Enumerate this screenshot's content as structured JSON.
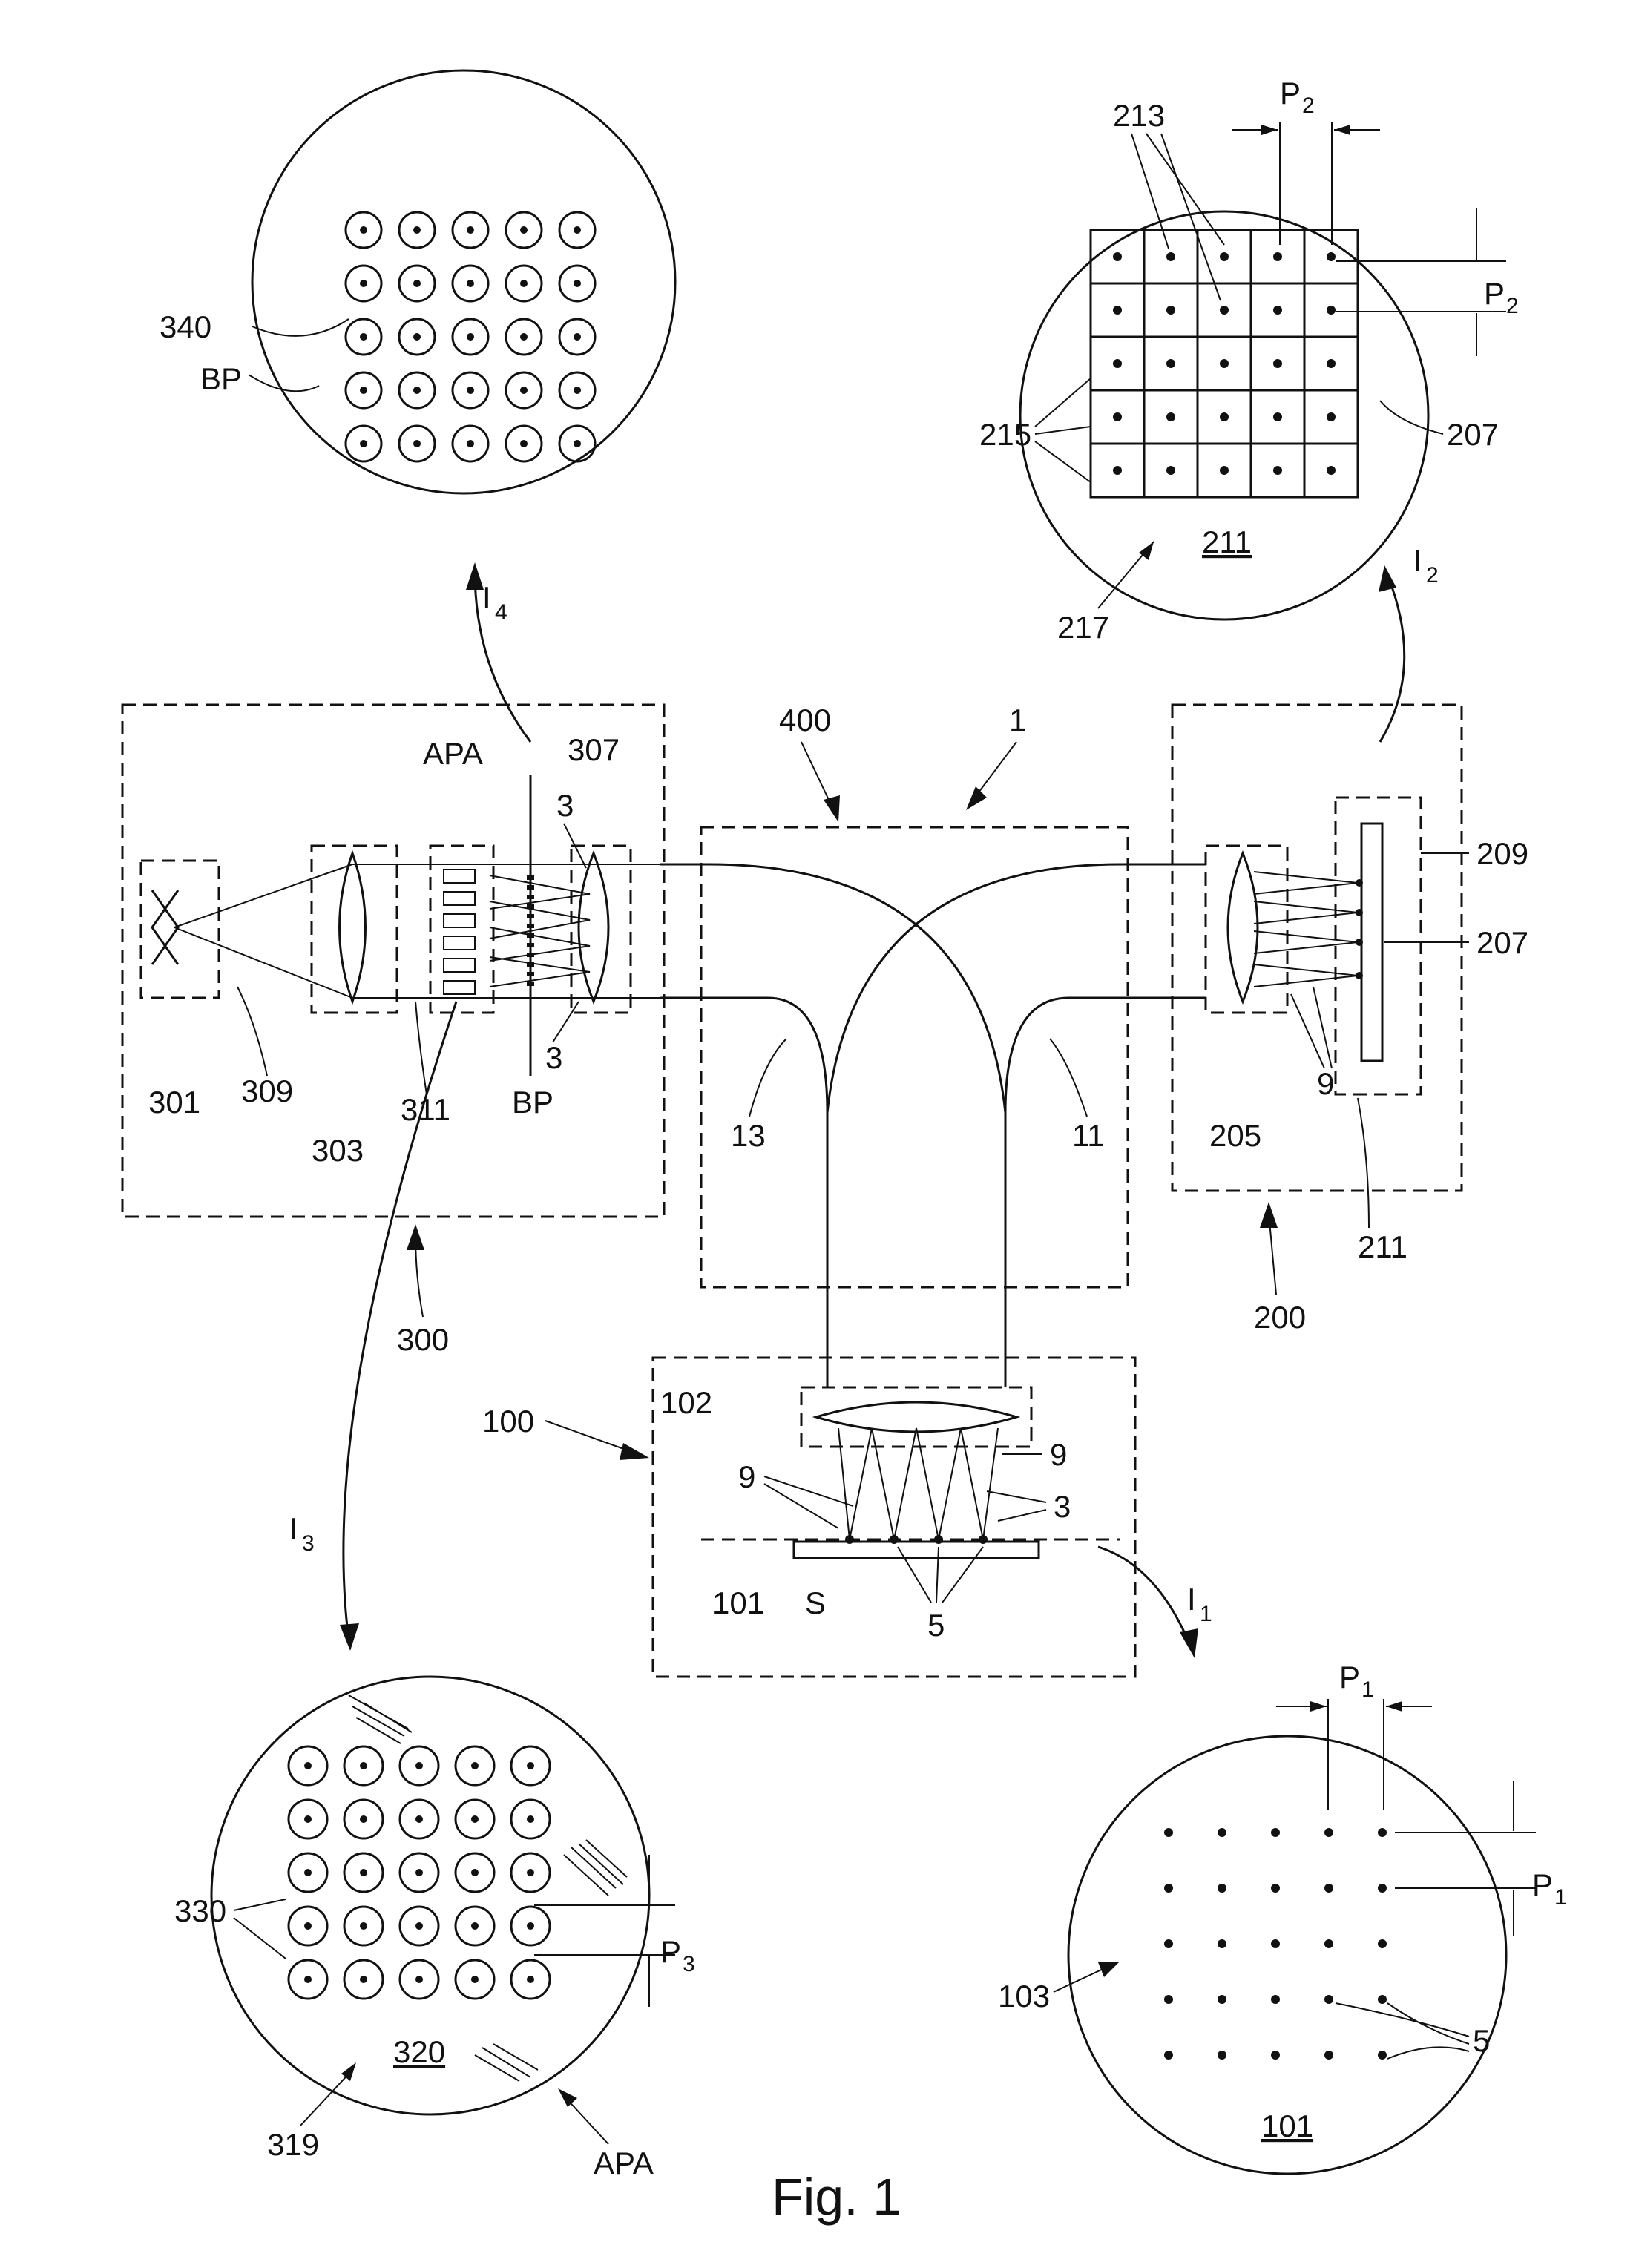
{
  "figure": {
    "caption": "Fig. 1",
    "labels": {
      "system": "1",
      "unit_400": "400",
      "unit_300": "300",
      "unit_200": "200",
      "unit_100": "100",
      "lens_102": "102",
      "plane_101": "101",
      "sample": "S",
      "spots_5": "5",
      "beams_9": "9",
      "beams_3": "3",
      "paths_13": "13",
      "paths_11": "11",
      "light_source": "301",
      "beam_309": "309",
      "lens_303": "303",
      "beam_311": "311",
      "aperture_array": "APA",
      "lens_307": "307",
      "beam_plane": "BP",
      "lens_205": "205",
      "detector_207": "207",
      "holder_209": "209",
      "detector_211": "211",
      "I1": "I",
      "I1_sub": "1",
      "I2": "I",
      "I2_sub": "2",
      "I3": "I",
      "I3_sub": "3",
      "I4": "I",
      "I4_sub": "4",
      "spots_340": "340",
      "cells_213": "213",
      "boundaries_215": "215",
      "array_217": "217",
      "pitch_P1": "P",
      "pitch_P1_sub": "1",
      "pitch_P2": "P",
      "pitch_P2_sub": "2",
      "pitch_P3": "P",
      "pitch_P3_sub": "3",
      "apertures_330": "330",
      "plate_320": "320",
      "array_319": "319",
      "area_103": "103"
    }
  }
}
